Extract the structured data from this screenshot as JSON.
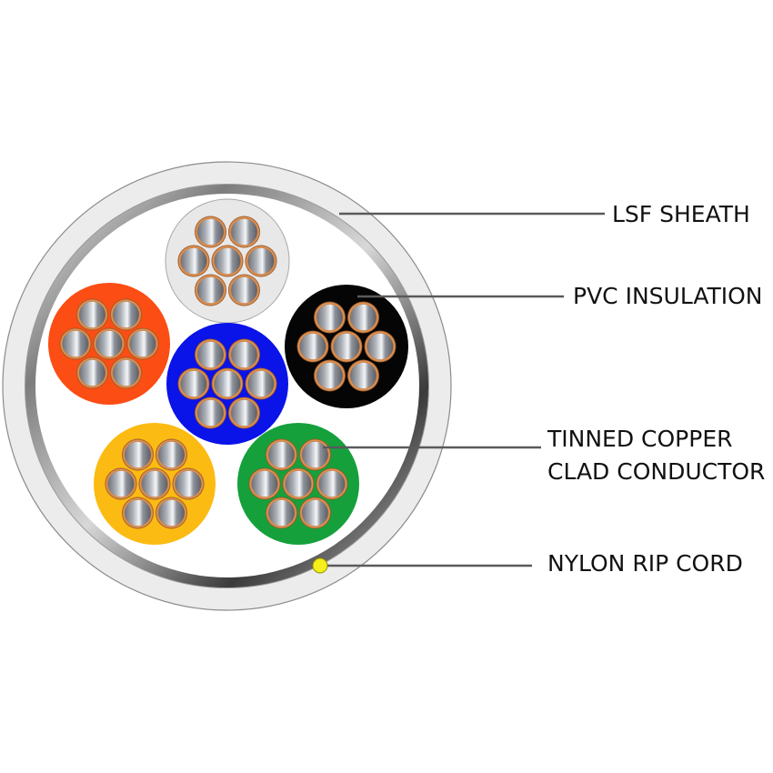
{
  "title": "Cable cross-section diagram",
  "colors": {
    "sheath": "#ececec",
    "sheath_edge": "#8c8c8c",
    "inner_fill": "#ffffff",
    "copper": "#c2773a",
    "strand_metal": "#9a9ea6",
    "leader_line": "#5a5a5a",
    "rip_cord": "#f5ef1a"
  },
  "cores": [
    {
      "name": "white",
      "color": "#e8e8e8"
    },
    {
      "name": "orange",
      "color": "#fb4d14"
    },
    {
      "name": "blue",
      "color": "#0a13e8"
    },
    {
      "name": "black",
      "color": "#050505"
    },
    {
      "name": "yellow",
      "color": "#fcbb12"
    },
    {
      "name": "green",
      "color": "#15a03c"
    }
  ],
  "strands_per_core": 7,
  "labels": {
    "lsf_sheath": "LSF SHEATH",
    "pvc_insulation": "PVC INSULATION",
    "conductor_line1": "TINNED COPPER",
    "conductor_line2": "CLAD CONDUCTOR",
    "rip_cord": "NYLON RIP CORD"
  }
}
